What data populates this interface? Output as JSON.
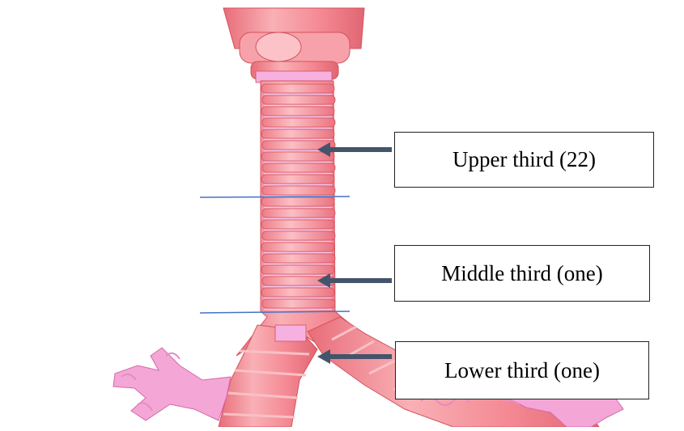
{
  "labels": {
    "upper": "Upper third (22)",
    "middle": "Middle third (one)",
    "lower": "Lower third (one)"
  },
  "colors": {
    "trachea_fill": "#f58d95",
    "trachea_highlight": "#f9b3b7",
    "trachea_outline": "#d4525d",
    "bronchi_fill": "#f4a6d7",
    "divider_line": "#4472c4",
    "arrow": "#44546a"
  }
}
